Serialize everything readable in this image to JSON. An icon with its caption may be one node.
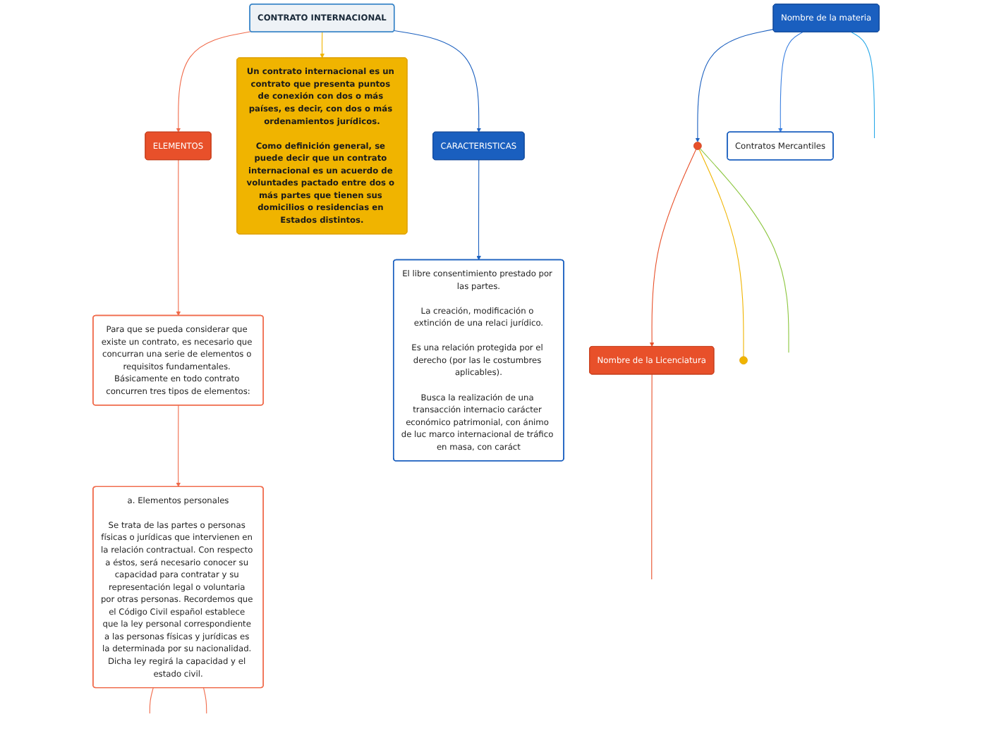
{
  "diagram": {
    "nodes": [
      {
        "text": [
          "CONTRATO INTERNACIONAL"
        ]
      },
      {
        "text": [
          "ELEMENTOS"
        ]
      },
      {
        "text": [
          "Para que se pueda considerar que existe un contrato, es necesario que concurran una serie de elementos o requisitos fundamentales. Básicamente en todo contrato concurren tres tipos de elementos:"
        ]
      },
      {
        "text": [
          "a. Elementos personales",
          "Se trata de las partes o personas físicas o jurídicas que intervienen en la relación contractual. Con respecto a éstos, será necesario conocer su capacidad para contratar y su representación legal o voluntaria por otras personas. Recordemos que el Código Civil español establece que la ley personal correspondiente a las personas físicas y jurídicas es la determinada por su nacionalidad. Dicha ley regirá la capacidad y el estado civil."
        ]
      },
      {
        "text": [
          "Un contrato internacional es un contrato que presenta puntos de conexión con dos o más países, es decir, con dos o más ordenamientos jurídicos.",
          "Como definición general, se puede decir que un contrato internacional es un acuerdo de voluntades pactado entre dos o más partes que tienen sus domicilios o residencias en Estados distintos."
        ]
      },
      {
        "text": [
          "CARACTERISTICAS"
        ]
      },
      {
        "text": [
          "El libre consentimiento prestado por las partes.",
          "La creación, modificación o extinción de una relaci jurídico.",
          "Es una relación protegida por el derecho (por las le costumbres aplicables).",
          "Busca la realización de una transacción internacio carácter económico patrimonial, con ánimo de luc marco internacional de tráfico en masa, con caráct"
        ]
      },
      {
        "text": [],
        "shape": "circle"
      },
      {
        "text": [
          "Nombre de la materia"
        ]
      },
      {
        "text": [
          "Nombre de la Licenciatura"
        ]
      },
      {
        "text": [
          "Contratos Mercantiles"
        ]
      },
      {
        "text": [],
        "shape": "circle"
      }
    ],
    "edges": [
      {
        "from": 0,
        "to": 1,
        "arrow": "to",
        "color": "#f06a4a"
      },
      {
        "from": 1,
        "to": 2,
        "arrow": "to",
        "color": "#f06a4a"
      },
      {
        "from": 2,
        "to": 3,
        "arrow": "to",
        "color": "#f06a4a"
      },
      {
        "from": 3,
        "to": null,
        "arrow": "none",
        "color": "#f06a4a"
      },
      {
        "from": 3,
        "to": null,
        "arrow": "none",
        "color": "#f06a4a"
      },
      {
        "from": 0,
        "to": 4,
        "arrow": "to",
        "color": "#f0b400"
      },
      {
        "from": 0,
        "to": 5,
        "arrow": "to",
        "color": "#1a5fbf"
      },
      {
        "from": 5,
        "to": 6,
        "arrow": "to",
        "color": "#1a5fbf"
      },
      {
        "from": 8,
        "to": 7,
        "arrow": "to",
        "color": "#1a5fbf"
      },
      {
        "from": 7,
        "to": 9,
        "arrow": "to",
        "color": "#e8502a"
      },
      {
        "from": 7,
        "to": 11,
        "arrow": "none",
        "color": "#f0b400"
      },
      {
        "from": 8,
        "to": 10,
        "arrow": "to",
        "color": "#3a7fe0"
      },
      {
        "from": 8,
        "to": null,
        "arrow": "none",
        "color": "#29a8e8"
      },
      {
        "from": 7,
        "to": null,
        "arrow": "none",
        "color": "#8cc63f"
      },
      {
        "from": 9,
        "to": null,
        "arrow": "none",
        "color": "#e8502a"
      }
    ]
  }
}
